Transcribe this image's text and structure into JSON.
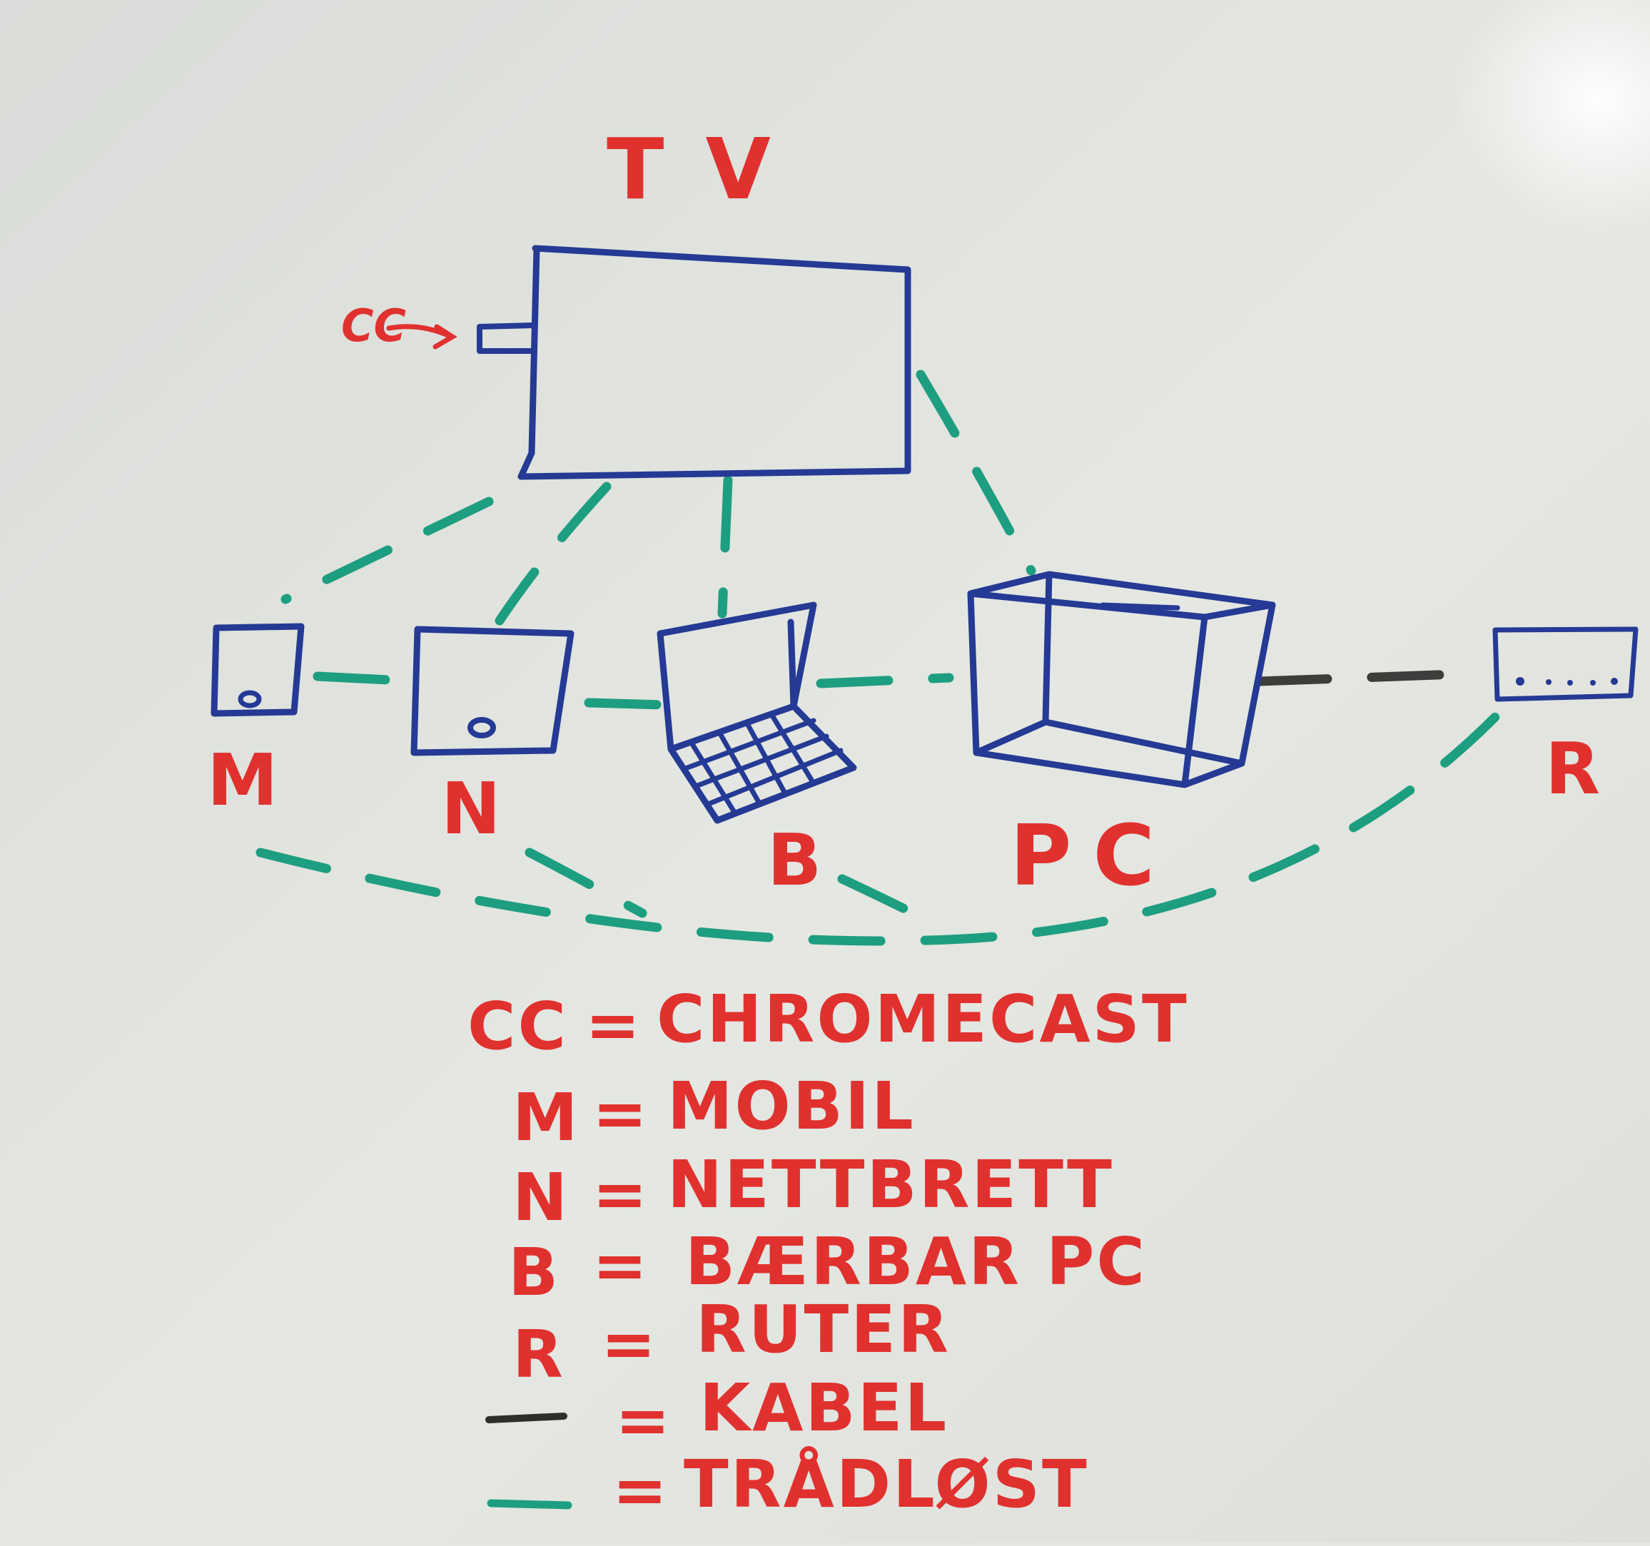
{
  "board": {
    "ink_colors": {
      "devices": "#243a94",
      "labels": "#e0312f",
      "wireless": "#1e9e80",
      "cable": "#3f3d3b",
      "background": "#e4e6e1"
    }
  },
  "diagram": {
    "nodes": {
      "tv": {
        "label": "TV"
      },
      "cc": {
        "label": "CC"
      },
      "m": {
        "label": "M"
      },
      "n": {
        "label": "N"
      },
      "b": {
        "label": "B"
      },
      "pc": {
        "label": "PC"
      },
      "r": {
        "label": "R"
      }
    },
    "connections": [
      {
        "from": "tv",
        "to": "m",
        "type": "wireless"
      },
      {
        "from": "tv",
        "to": "n",
        "type": "wireless"
      },
      {
        "from": "tv",
        "to": "b",
        "type": "wireless"
      },
      {
        "from": "tv",
        "to": "pc",
        "type": "wireless"
      },
      {
        "from": "m",
        "to": "n",
        "type": "wireless"
      },
      {
        "from": "n",
        "to": "b",
        "type": "wireless"
      },
      {
        "from": "b",
        "to": "pc",
        "type": "wireless"
      },
      {
        "from": "pc",
        "to": "r",
        "type": "cable"
      },
      {
        "from": "m",
        "to": "r",
        "type": "wireless"
      },
      {
        "from": "n",
        "to": "r",
        "type": "wireless"
      },
      {
        "from": "b",
        "to": "r",
        "type": "wireless"
      }
    ]
  },
  "legend": {
    "entries": [
      {
        "key": "CC",
        "sep": "=",
        "value": "CHROMECAST"
      },
      {
        "key": "M",
        "sep": "=",
        "value": "MOBIL"
      },
      {
        "key": "N",
        "sep": "=",
        "value": "NETTBRETT"
      },
      {
        "key": "B",
        "sep": "=",
        "value": "BÆRBAR PC"
      },
      {
        "key": "R",
        "sep": "=",
        "value": "RUTER"
      }
    ],
    "line_entries": [
      {
        "line": "cable",
        "sep": "=",
        "value": "KABEL"
      },
      {
        "line": "wireless",
        "sep": "=",
        "value": "TRÅDLØST"
      }
    ]
  }
}
